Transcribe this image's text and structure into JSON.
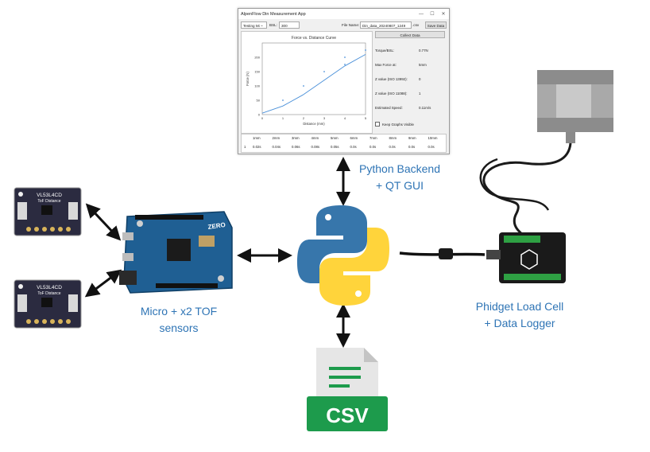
{
  "app": {
    "title": "AlpenFlow Din Measurement App",
    "window_buttons": [
      "—",
      "☐",
      "✕"
    ],
    "testing_label": "Testing Mi ~",
    "bsl_label": "BSL:",
    "bsl_value": "300",
    "filename_label": "File Name:",
    "filename_value": "Din_data_20240807_1249",
    "filename_ext": ".csv",
    "save_button": "Save Data",
    "collect_button": "Collect Data",
    "readouts": [
      {
        "label": "Torque/BSL:",
        "value": "0.77N"
      },
      {
        "label": "Max Force at:",
        "value": "5mm"
      },
      {
        "label": "Z value (ISO 13992):",
        "value": "0"
      },
      {
        "label": "Z value (ISO 11088):",
        "value": "1"
      },
      {
        "label": "Estimated Speed:",
        "value": "0.11m/s"
      }
    ],
    "checkbox_label": "Keep Graphs Visible",
    "table": {
      "headers": [
        "1mm",
        "2mm",
        "3mm",
        "4mm",
        "5mm",
        "6mm",
        "7mm",
        "8mm",
        "9mm",
        "10mm"
      ],
      "row_index": "1",
      "row": [
        "0.02s",
        "0.04s",
        "0.06s",
        "0.08s",
        "0.05s",
        "0.0s",
        "0.0s",
        "0.0s",
        "0.0s",
        "0.0s"
      ]
    }
  },
  "chart_data": {
    "type": "line",
    "title": "Force vs. Distance Curve",
    "xlabel": "Distance (mm)",
    "ylabel": "Force (N)",
    "xlim": [
      0,
      5
    ],
    "ylim": [
      0,
      250
    ],
    "xticks": [
      "0",
      "1",
      "2",
      "3",
      "4",
      "5"
    ],
    "yticks": [
      "0",
      "50",
      "100",
      "150",
      "200"
    ],
    "series": [
      {
        "kind": "line",
        "x": [
          0,
          1,
          2,
          3,
          4,
          5
        ],
        "y": [
          5,
          30,
          70,
          120,
          170,
          210
        ]
      },
      {
        "kind": "scatter",
        "x": [
          1,
          2,
          3,
          4,
          4,
          5
        ],
        "y": [
          50,
          100,
          150,
          200,
          175,
          225
        ]
      }
    ]
  },
  "labels": {
    "python": "Python Backend\n+ QT GUI",
    "micro": "Micro + x2 TOF\nsensors",
    "phidget": "Phidget Load Cell\n+ Data Logger"
  },
  "csv": {
    "text": "CSV",
    "color": "#1d9b4c"
  },
  "tof_chip": {
    "name": "VL53L4CD",
    "sub": "ToF Distance"
  },
  "board": {
    "name": "ZERO"
  },
  "colors": {
    "caption": "#2e74b5",
    "arrow": "#111111",
    "python_blue": "#3776ab",
    "python_yellow": "#ffd43b"
  }
}
